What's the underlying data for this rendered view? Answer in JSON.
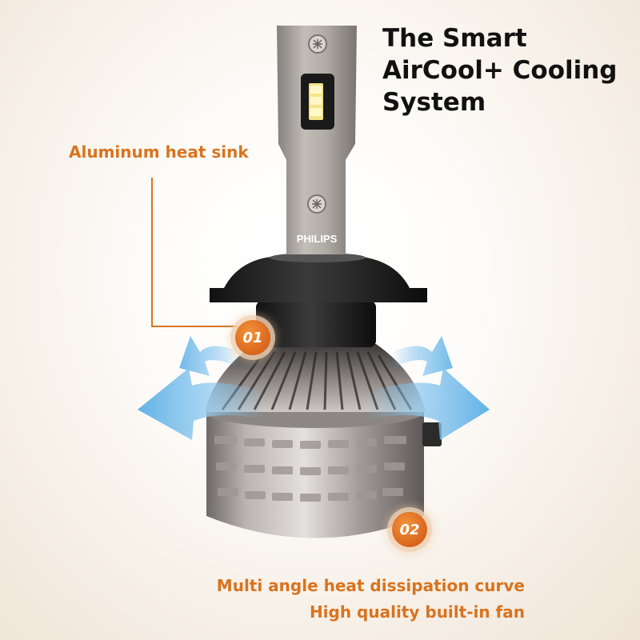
{
  "headline": {
    "lines": [
      "The Smart",
      "AirCool+ Cooling",
      "System"
    ]
  },
  "callouts": {
    "heat_sink": "Aluminum heat sink",
    "curve": "Multi angle heat dissipation curve",
    "fan": "High quality built-in fan"
  },
  "badges": {
    "first": "01",
    "second": "02"
  },
  "product": {
    "brand": "PHILIPS"
  },
  "colors": {
    "accent": "#d9731e",
    "headline": "#111111",
    "airflow": "#6fb8e8"
  }
}
